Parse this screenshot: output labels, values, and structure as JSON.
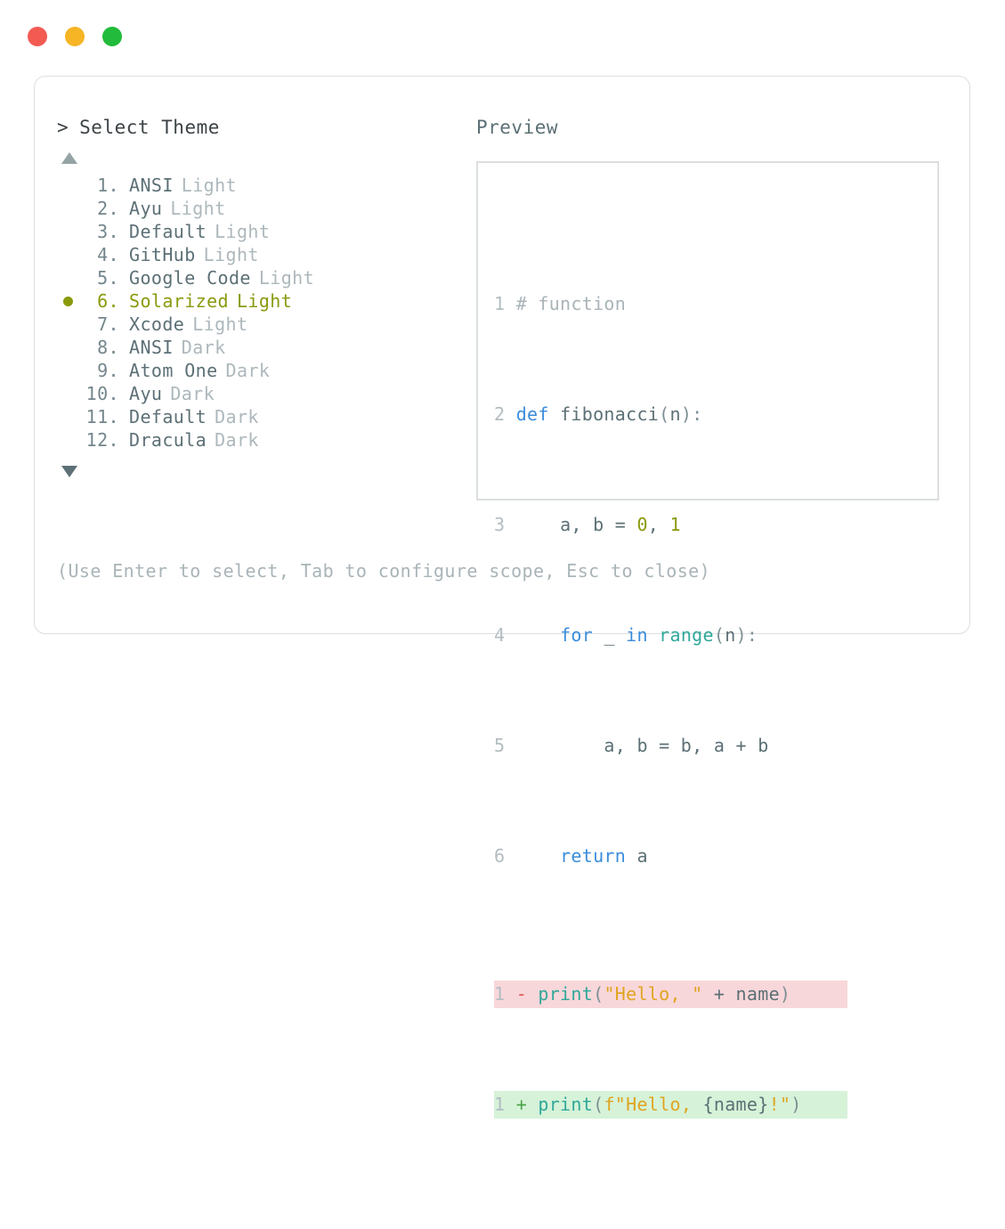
{
  "window": {
    "traffic_lights": [
      {
        "name": "close",
        "color": "#f25a52"
      },
      {
        "name": "minimize",
        "color": "#f5b525"
      },
      {
        "name": "maximize",
        "color": "#22bb3b"
      }
    ]
  },
  "selector": {
    "caret": ">",
    "title": "Select Theme",
    "scroll_up_indicator": "▲",
    "scroll_down_indicator": "▼",
    "selected_index": 6,
    "accent_color": "#8a9a0c",
    "items": [
      {
        "index": "1.",
        "name": "ANSI",
        "mode": "Light",
        "selected": false
      },
      {
        "index": "2.",
        "name": "Ayu",
        "mode": "Light",
        "selected": false
      },
      {
        "index": "3.",
        "name": "Default",
        "mode": "Light",
        "selected": false
      },
      {
        "index": "4.",
        "name": "GitHub",
        "mode": "Light",
        "selected": false
      },
      {
        "index": "5.",
        "name": "Google Code",
        "mode": "Light",
        "selected": false
      },
      {
        "index": "6.",
        "name": "Solarized",
        "mode": "Light",
        "selected": true
      },
      {
        "index": "7.",
        "name": "Xcode",
        "mode": "Light",
        "selected": false
      },
      {
        "index": "8.",
        "name": "ANSI",
        "mode": "Dark",
        "selected": false
      },
      {
        "index": "9.",
        "name": "Atom One",
        "mode": "Dark",
        "selected": false
      },
      {
        "index": "10.",
        "name": "Ayu",
        "mode": "Dark",
        "selected": false
      },
      {
        "index": "11.",
        "name": "Default",
        "mode": "Dark",
        "selected": false
      },
      {
        "index": "12.",
        "name": "Dracula",
        "mode": "Dark",
        "selected": false
      }
    ]
  },
  "preview": {
    "label": "Preview",
    "code": {
      "lines": [
        {
          "no": "1",
          "text": "# function"
        },
        {
          "no": "2",
          "text": "def fibonacci(n):"
        },
        {
          "no": "3",
          "text": "    a, b = 0, 1"
        },
        {
          "no": "4",
          "text": "    for _ in range(n):"
        },
        {
          "no": "5",
          "text": "        a, b = b, a + b"
        },
        {
          "no": "6",
          "text": "    return a"
        }
      ]
    },
    "diff": [
      {
        "no": "1",
        "sign": "-",
        "text": "print(\"Hello, \" + name)",
        "kind": "removed"
      },
      {
        "no": "1",
        "sign": "+",
        "text": "print(f\"Hello, {name}!\")",
        "kind": "added"
      }
    ],
    "tokens": {
      "comment": "# function",
      "keywords": [
        "def",
        "for",
        "in",
        "return"
      ],
      "function_name": "fibonacci",
      "builtins": [
        "range",
        "print"
      ],
      "numbers": [
        "0",
        "1"
      ],
      "strings": [
        "\"Hello, \"",
        "f\"Hello, {name}!\""
      ],
      "variables": [
        "a",
        "b",
        "n",
        "_",
        "name"
      ]
    }
  },
  "footer": {
    "hint": "(Use Enter to select, Tab to configure scope, Esc to close)"
  }
}
